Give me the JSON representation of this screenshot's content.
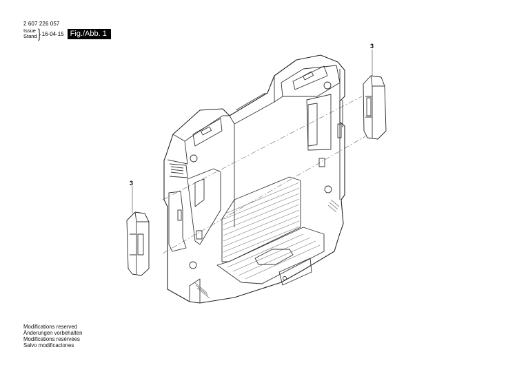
{
  "header": {
    "part_number": "2 607 226 057",
    "issue_label": "Issue",
    "stand_label": "Stand",
    "issue_date": "16-04-15",
    "figure_label": "Fig./Abb. 1"
  },
  "drawing": {
    "description": "Exploded view: battery charger housing with two side clips (part 3)",
    "callouts": [
      {
        "id": "callout-right",
        "label": "3"
      },
      {
        "id": "callout-left",
        "label": "3"
      }
    ],
    "line_color": "#333333"
  },
  "footer": {
    "lines": [
      "Modifications reserved",
      "Änderungen vorbehalten",
      "Modifications resérvées",
      "Salvo modificaciones"
    ]
  }
}
